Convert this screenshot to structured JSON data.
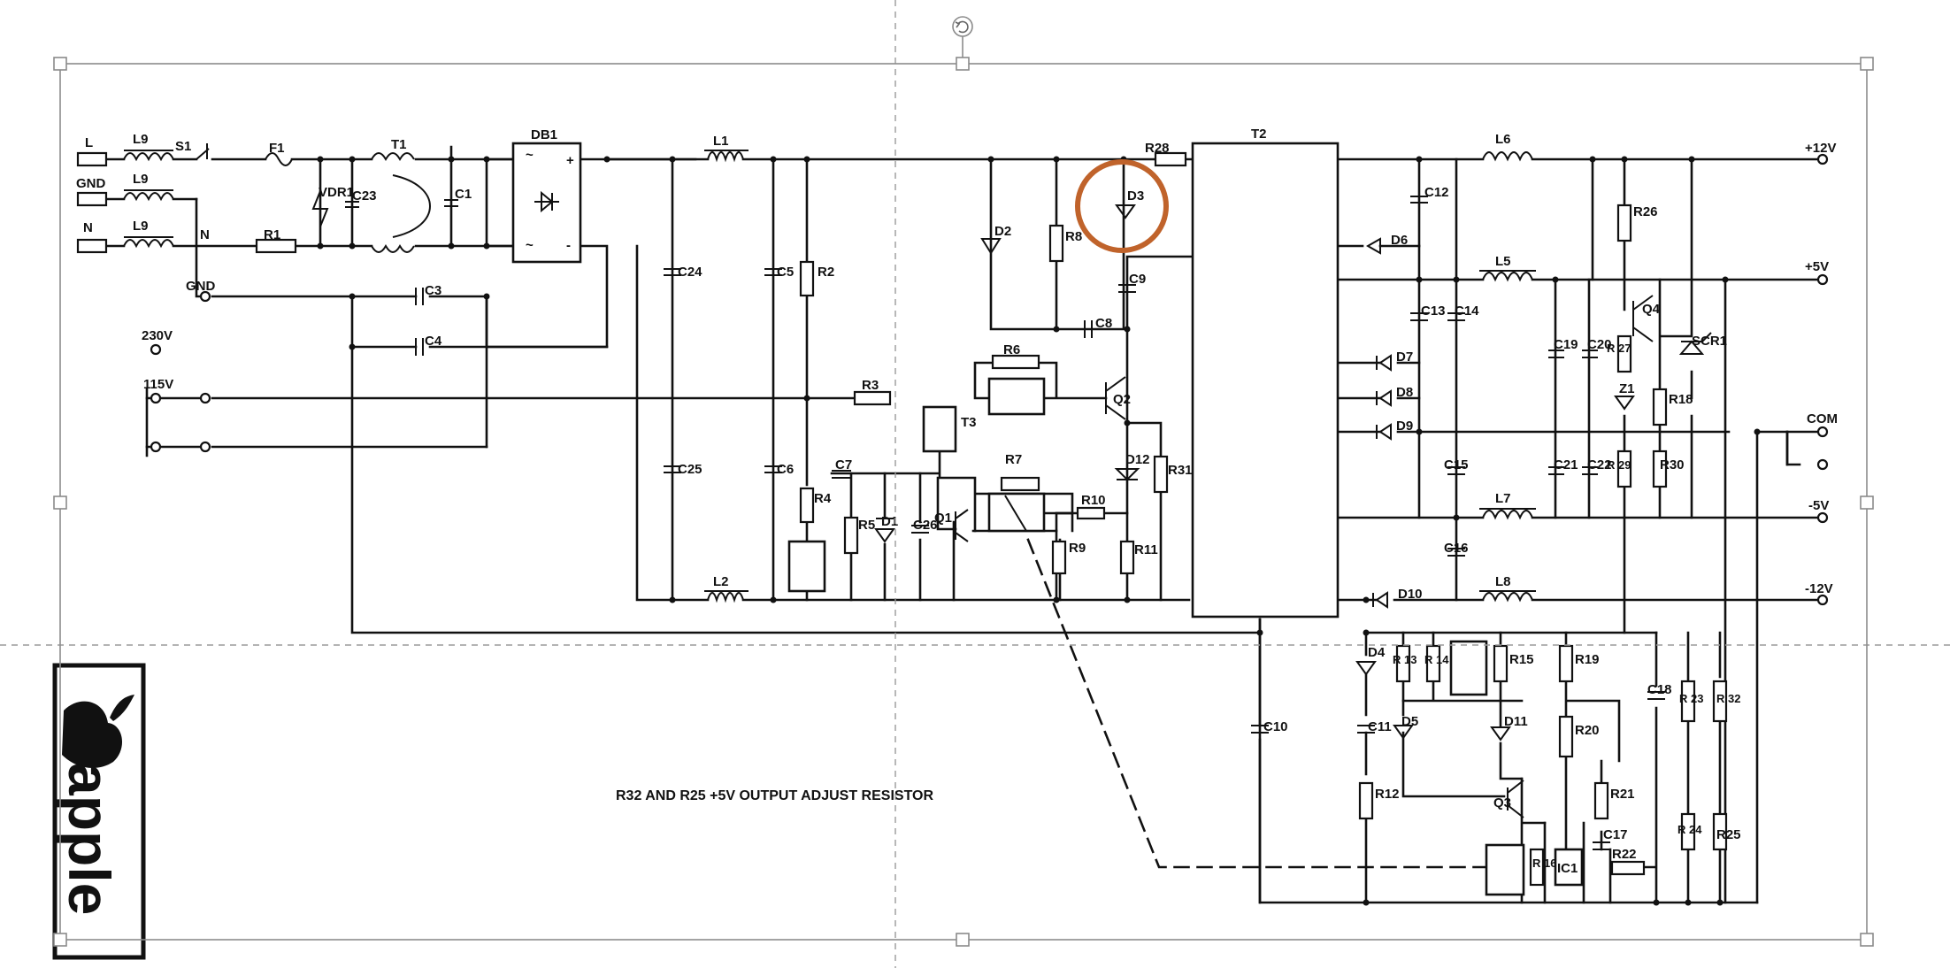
{
  "diagram": {
    "inputs": {
      "l": "L",
      "gnd": "GND",
      "n": "N",
      "n_switch": "N",
      "gnd_input": "GND",
      "v230": "230V",
      "v115": "115V"
    },
    "outputs": {
      "p12": "+12V",
      "p5": "+5V",
      "com": "COM",
      "m5": "-5V",
      "m12": "-12V"
    },
    "components": {
      "l9a": "L9",
      "l9b": "L9",
      "l9c": "L9",
      "s1": "S1",
      "f1": "F1",
      "vdr1": "VDR1",
      "c23": "C23",
      "t1": "T1",
      "c1": "C1",
      "db1": "DB1",
      "r1": "R1",
      "c3": "C3",
      "c4": "C4",
      "l1": "L1",
      "l2": "L2",
      "c24": "C24",
      "c25": "C25",
      "c5": "C5",
      "c6": "C6",
      "r2": "R2",
      "r3": "R3",
      "r6": "R6",
      "r7": "R7",
      "r4": "R4",
      "r5": "R5",
      "d1": "D1",
      "c7": "C7",
      "c26": "C26",
      "q1": "Q1",
      "t3": "T3",
      "r10": "R10",
      "r9": "R9",
      "d2": "D2",
      "r8": "R8",
      "d3": "D3",
      "r28": "R28",
      "c9": "C9",
      "c8": "C8",
      "q2": "Q2",
      "d12": "D12",
      "r31": "R31",
      "r11": "R11",
      "t2": "T2",
      "l6": "L6",
      "c12": "C12",
      "r26": "R26",
      "d6": "D6",
      "l5": "L5",
      "c13": "C13",
      "c14": "C14",
      "q4": "Q4",
      "c19": "C19",
      "c20": "C20",
      "r27": "R 27",
      "scr1": "SCR1",
      "d7": "D7",
      "z1": "Z1",
      "r18": "R18",
      "d8": "D8",
      "d9": "D9",
      "c15": "C15",
      "c21": "C21",
      "c22": "C22",
      "r29": "R 29",
      "r30": "R30",
      "l7": "L7",
      "c16": "C16",
      "d10": "D10",
      "l8": "L8",
      "c10": "C10",
      "d4": "D4",
      "r13": "R 13",
      "r14": "R 14",
      "r15": "R15",
      "r19": "R19",
      "c11": "C11",
      "d5": "D5",
      "d11": "D11",
      "r20": "R20",
      "c18": "C18",
      "r23": "R 23",
      "r32": "R 32",
      "r12": "R12",
      "q3": "Q3",
      "r21": "R21",
      "c17": "C17",
      "r16": "R 16",
      "ic1": "IC1",
      "r22": "R22",
      "r24": "R 24",
      "r25": "R25"
    },
    "note": "R32 AND R25 +5V OUTPUT ADJUST RESISTOR",
    "logo_text": "apple"
  },
  "colors": {
    "wire": "#111111",
    "highlight": "#c0632b",
    "guide": "#9a9a9a",
    "handle": "#8a8a8a",
    "logo": "#111111"
  },
  "icons": {
    "rotate": "rotate-icon"
  }
}
